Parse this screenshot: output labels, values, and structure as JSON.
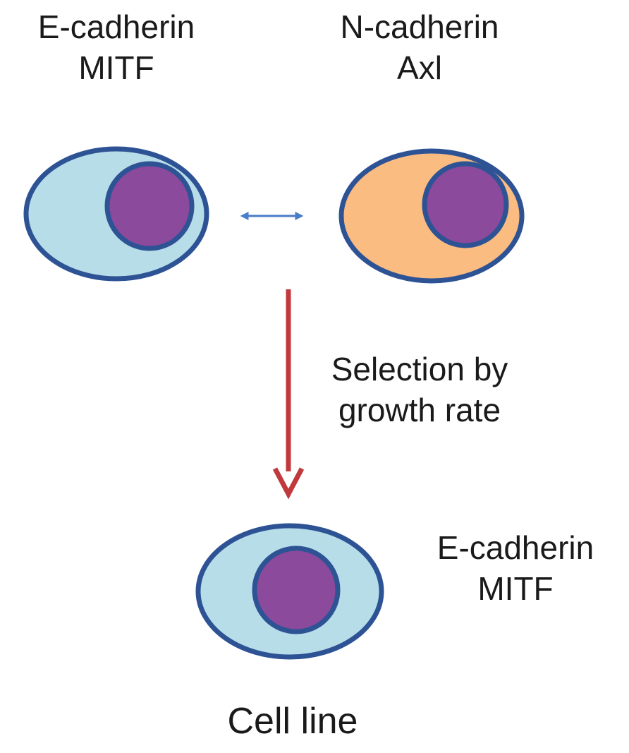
{
  "cells": {
    "left": {
      "markers": [
        "E-cadherin",
        "MITF"
      ],
      "cytoplasm_color": "#b7dde8",
      "nucleus_color": "#8b4a9c",
      "outline_color": "#2e5395"
    },
    "right": {
      "markers": [
        "N-cadherin",
        "Axl"
      ],
      "cytoplasm_color": "#fbbc82",
      "nucleus_color": "#8b4a9c",
      "outline_color": "#2e5395"
    },
    "result": {
      "markers": [
        "E-cadherin",
        "MITF"
      ],
      "cytoplasm_color": "#b7dde8",
      "nucleus_color": "#8b4a9c",
      "outline_color": "#2e5395",
      "caption": "Cell line"
    }
  },
  "interconversion_arrow": {
    "color": "#4a7cc9"
  },
  "selection_arrow": {
    "color": "#c0393c",
    "label": [
      "Selection by",
      "growth rate"
    ]
  }
}
